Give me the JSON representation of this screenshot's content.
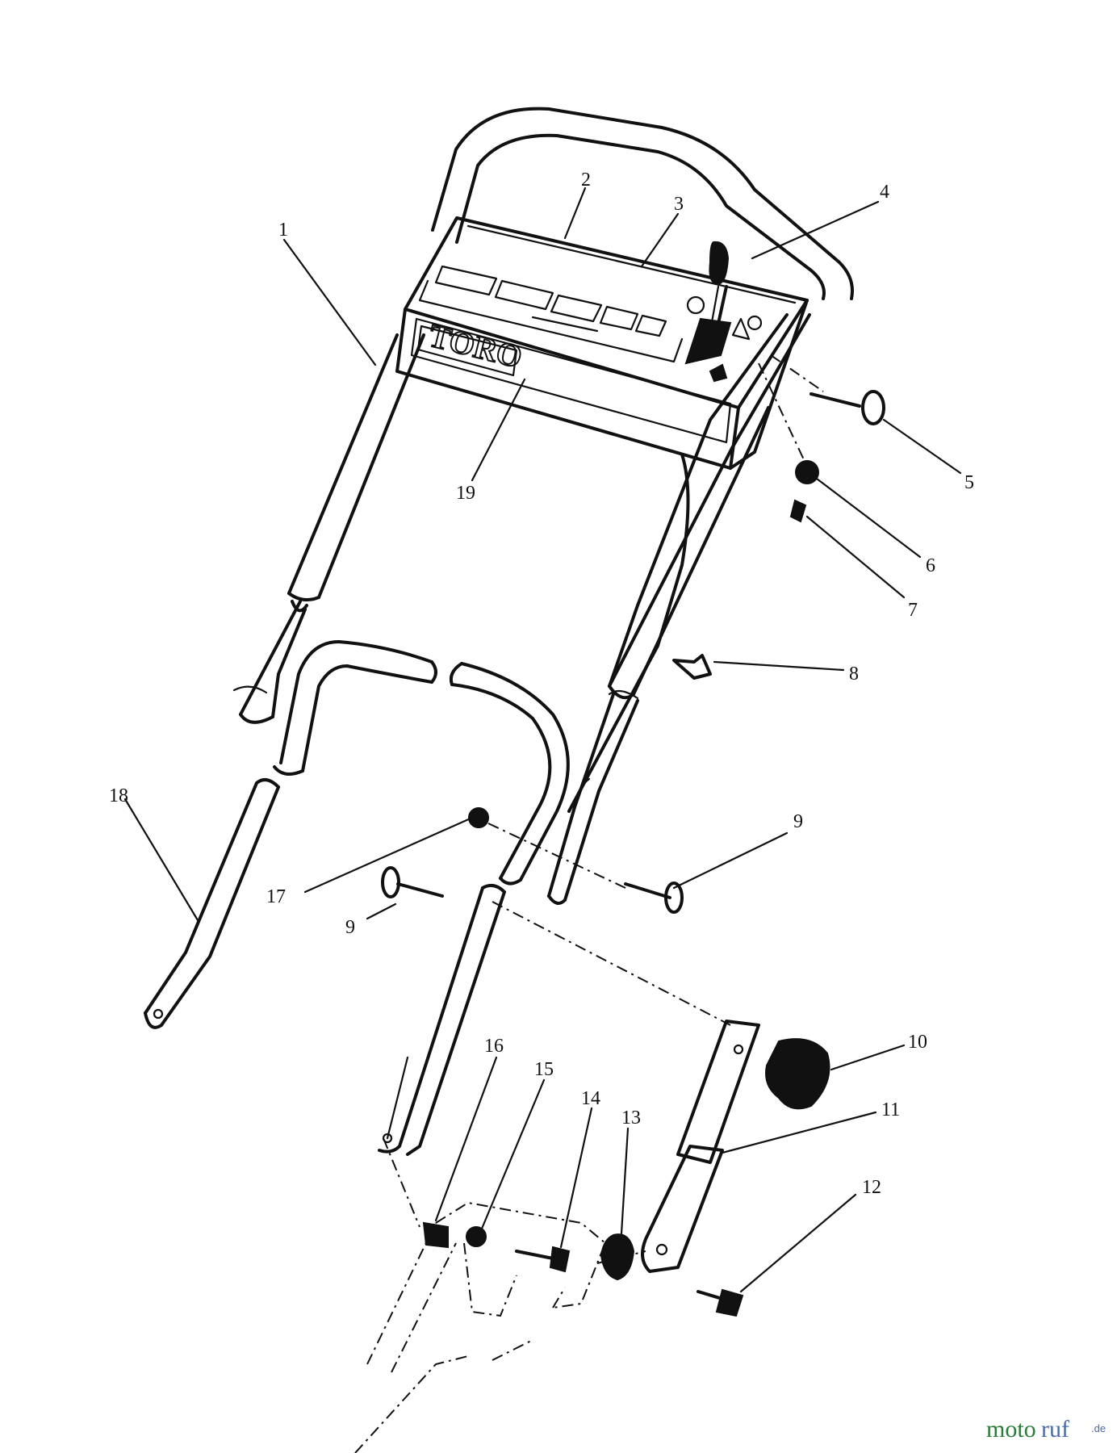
{
  "diagram": {
    "brand_on_panel": "TORO",
    "callouts": [
      {
        "id": "1",
        "text": "1"
      },
      {
        "id": "2",
        "text": "2"
      },
      {
        "id": "3",
        "text": "3"
      },
      {
        "id": "4",
        "text": "4"
      },
      {
        "id": "5",
        "text": "5"
      },
      {
        "id": "6",
        "text": "6"
      },
      {
        "id": "7",
        "text": "7"
      },
      {
        "id": "8",
        "text": "8"
      },
      {
        "id": "9a",
        "text": "9"
      },
      {
        "id": "9b",
        "text": "9"
      },
      {
        "id": "10",
        "text": "10"
      },
      {
        "id": "11",
        "text": "11"
      },
      {
        "id": "12",
        "text": "12"
      },
      {
        "id": "13",
        "text": "13"
      },
      {
        "id": "14",
        "text": "14"
      },
      {
        "id": "15",
        "text": "15"
      },
      {
        "id": "16",
        "text": "16"
      },
      {
        "id": "17",
        "text": "17"
      },
      {
        "id": "18",
        "text": "18"
      },
      {
        "id": "19",
        "text": "19"
      }
    ]
  },
  "watermark": {
    "part_a": "moto",
    "part_b": "ruf",
    "part_c": ".de"
  }
}
